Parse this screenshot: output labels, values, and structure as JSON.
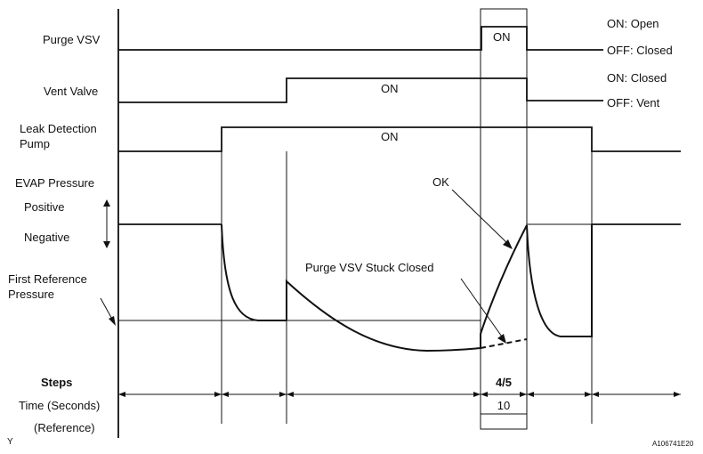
{
  "signals": {
    "purge_vsv": "Purge VSV",
    "vent_valve": "Vent Valve",
    "leak_pump_line1": "Leak Detection",
    "leak_pump_line2": "Pump",
    "evap_pressure": "EVAP Pressure",
    "positive": "Positive",
    "negative": "Negative",
    "first_ref_line1": "First Reference",
    "first_ref_line2": "Pressure"
  },
  "states": {
    "purge_on": "ON",
    "vent_on": "ON",
    "pump_on": "ON",
    "purge_open": "ON: Open",
    "purge_closed": "OFF: Closed",
    "vent_closed": "ON: Closed",
    "vent_vent": "OFF: Vent"
  },
  "annotations": {
    "ok": "OK",
    "stuck_closed": "Purge VSV Stuck Closed"
  },
  "footer": {
    "steps": "Steps",
    "step_value": "4/5",
    "time": "Time (Seconds)",
    "time_value": "10",
    "reference": "(Reference)",
    "corner_left": "Y",
    "figure_id": "A106741E20"
  }
}
